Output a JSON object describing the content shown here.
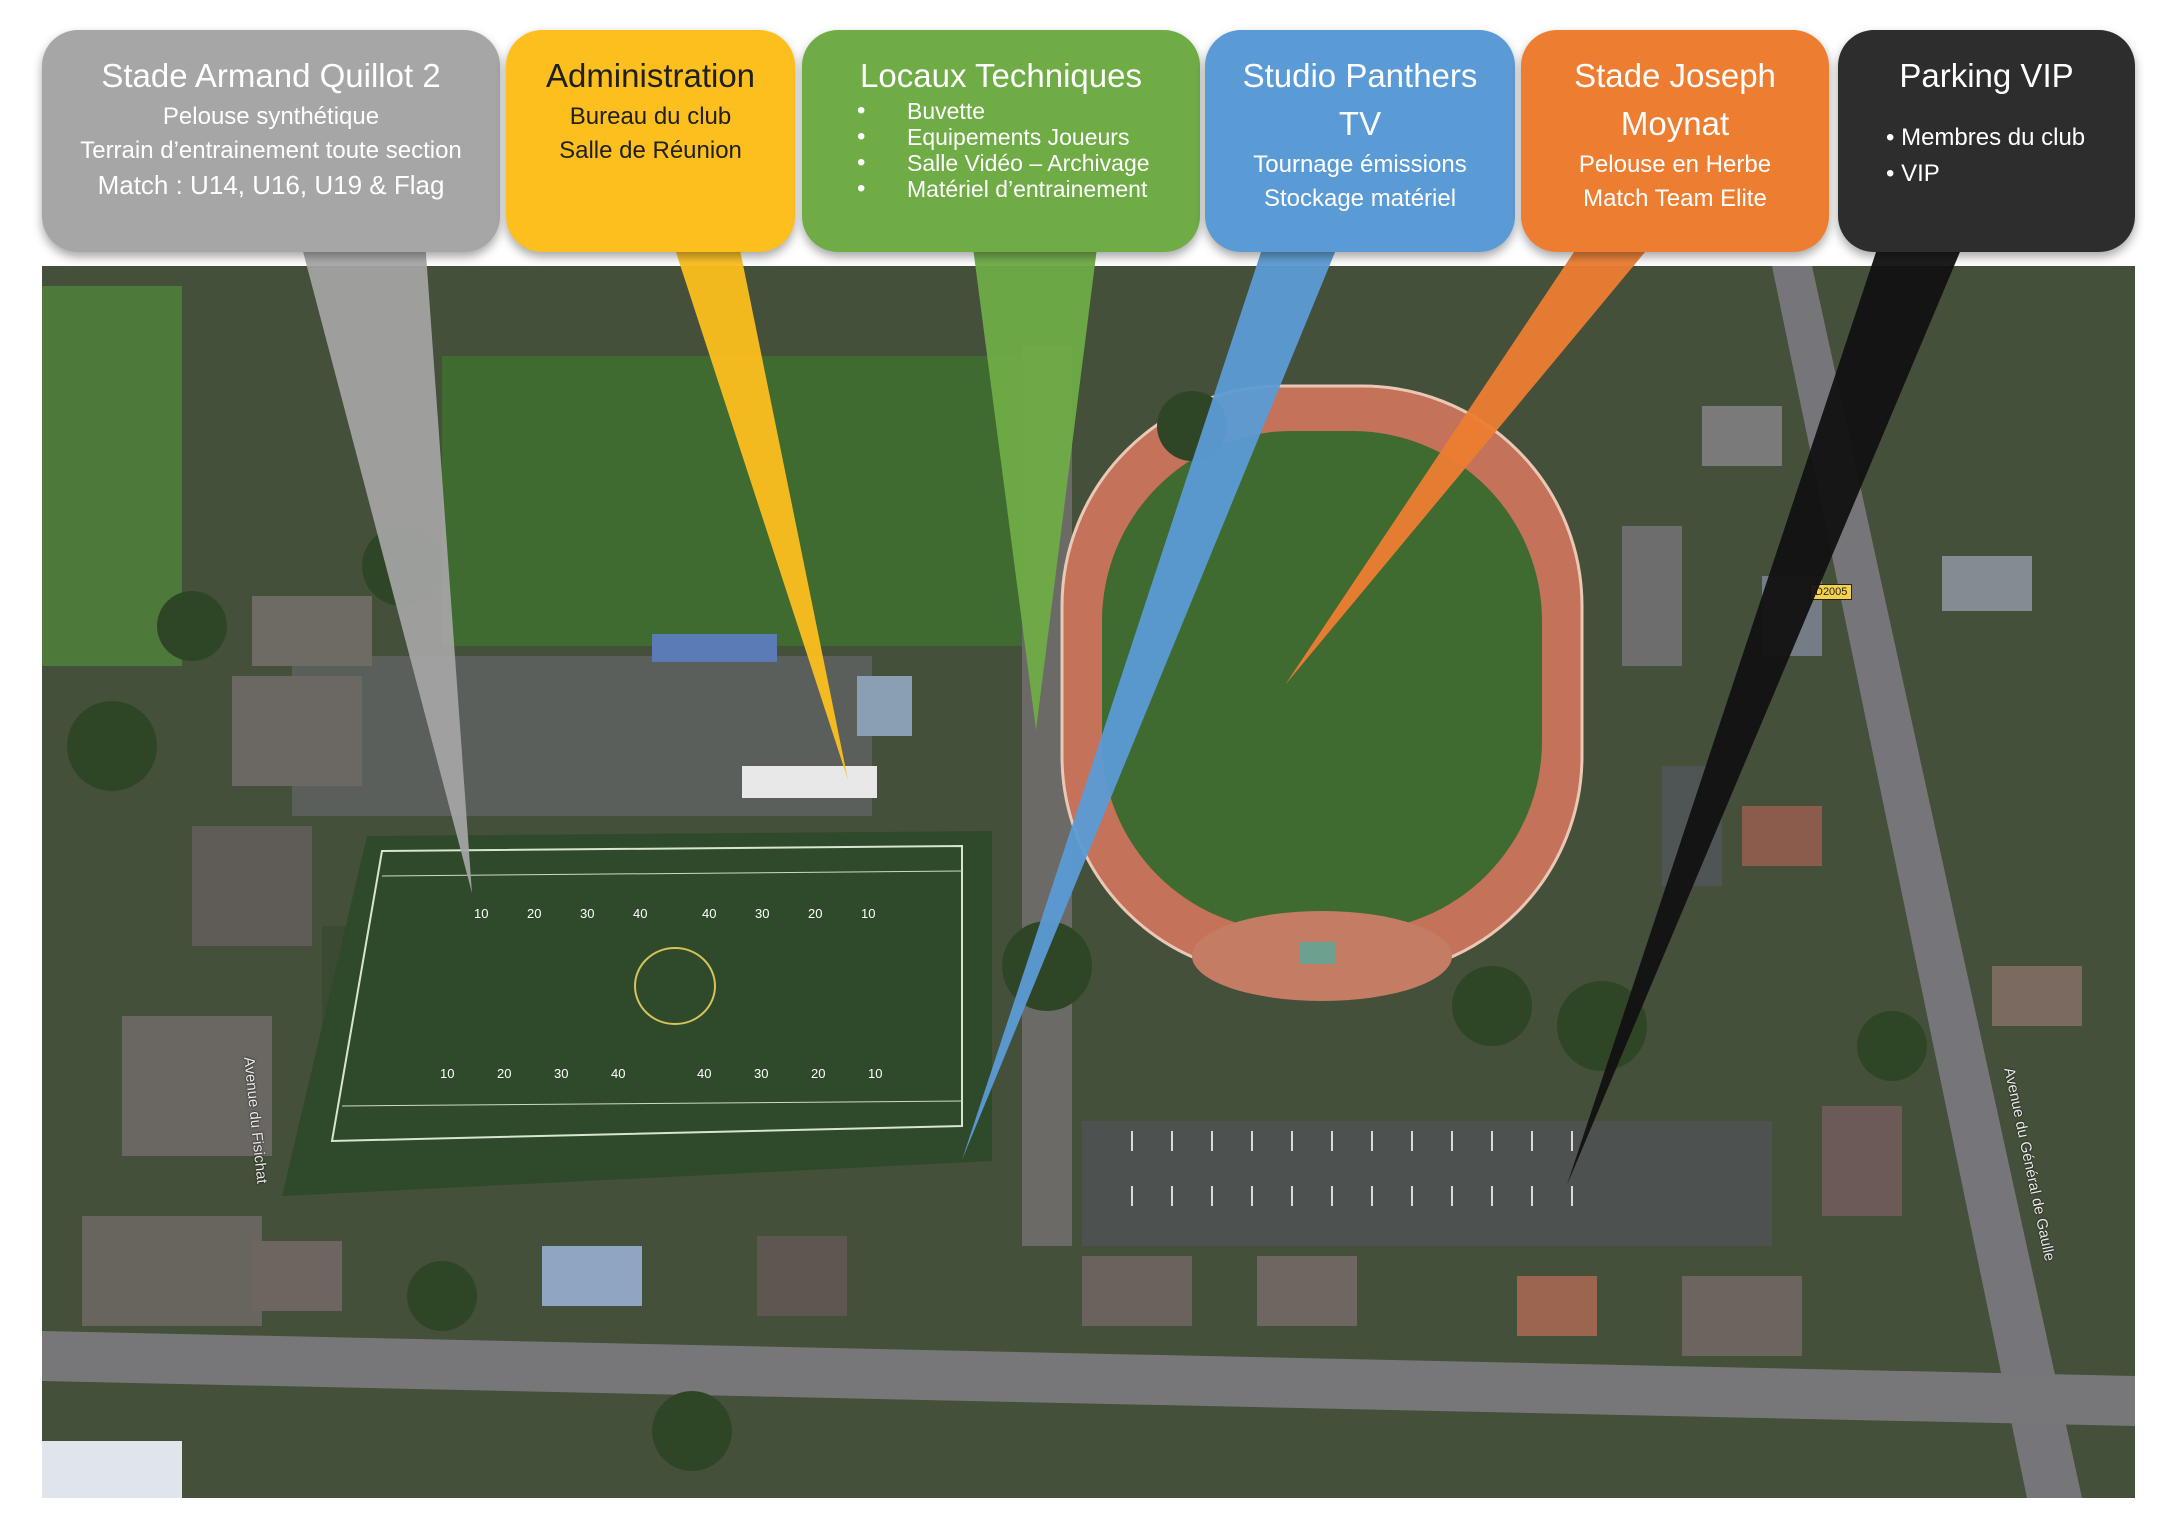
{
  "callouts": {
    "armand": {
      "title": "Stade Armand Quillot 2",
      "lines": [
        "Pelouse synthétique",
        "Terrain d’entrainement toute section",
        "Match : U14, U16, U19 & Flag"
      ]
    },
    "admin": {
      "title": "Administration",
      "lines": [
        "Bureau du club",
        "Salle de Réunion"
      ]
    },
    "locaux": {
      "title": "Locaux Techniques",
      "items": [
        "Buvette",
        "Equipements Joueurs",
        "Salle Vidéo – Archivage",
        "Matériel d’entrainement"
      ]
    },
    "studio": {
      "title_1": "Studio Panthers",
      "title_2": "TV",
      "lines": [
        "Tournage émissions",
        "Stockage matériel"
      ]
    },
    "moynat": {
      "title_1": "Stade Joseph",
      "title_2": "Moynat",
      "lines": [
        "Pelouse en Herbe",
        "Match Team Elite"
      ]
    },
    "vip": {
      "title": "Parking VIP",
      "items": [
        "Membres du club",
        "VIP"
      ]
    }
  },
  "map_labels": {
    "avenue_fisichat": "Avenue du Fisichat",
    "avenue_gaulle": "Avenue du Général de Gaulle",
    "road_shield": "D2005",
    "yard_top": [
      "10",
      "20",
      "30",
      "40",
      "40",
      "30",
      "20",
      "10"
    ],
    "yard_bottom": [
      "10",
      "20",
      "30",
      "40",
      "40",
      "30",
      "20",
      "10"
    ]
  },
  "colors": {
    "armand": "#a6a6a6",
    "admin": "#fcbf1e",
    "locaux": "#6fac46",
    "studio": "#5b9bd5",
    "moynat": "#ed7d31",
    "vip": "#2d2d2d"
  }
}
